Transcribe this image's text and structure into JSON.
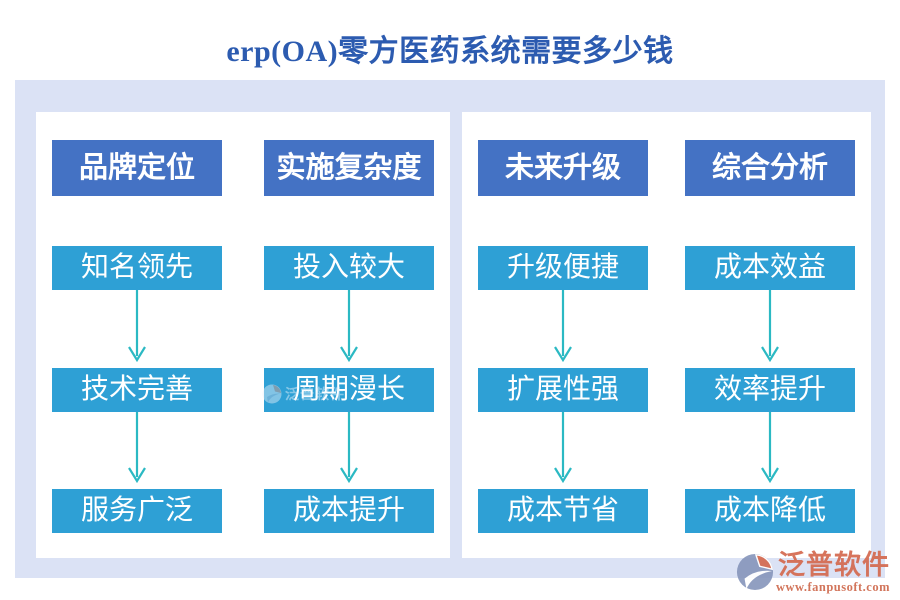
{
  "title": "erp(OA)零方医药系统需要多少钱",
  "diagram": {
    "panels": [
      {
        "columns": [
          {
            "header": "品牌定位",
            "steps": [
              "知名领先",
              "技术完善",
              "服务广泛"
            ]
          },
          {
            "header": "实施复杂度",
            "steps": [
              "投入较大",
              "周期漫长",
              "成本提升"
            ]
          }
        ]
      },
      {
        "columns": [
          {
            "header": "未来升级",
            "steps": [
              "升级便捷",
              "扩展性强",
              "成本节省"
            ]
          },
          {
            "header": "综合分析",
            "steps": [
              "成本效益",
              "效率提升",
              "成本降低"
            ]
          }
        ]
      }
    ]
  },
  "colors": {
    "title_text": "#2c5bb0",
    "board_background": "#dbe2f5",
    "panel_background": "#ffffff",
    "header_box": "#4472c4",
    "step_box": "#2ea0d5",
    "arrow": "#2bb9c3",
    "brand_orange": "#d4694f",
    "brand_gray_blue": "#8897bc"
  },
  "branding": {
    "logo_text": "泛普软件",
    "website": "www.fanpusoft.com"
  },
  "watermark": {
    "logo_text": "泛普软件"
  },
  "icons": {
    "arrow_down": "arrow-down-icon",
    "brand_logo": "fanpu-logo-icon"
  }
}
